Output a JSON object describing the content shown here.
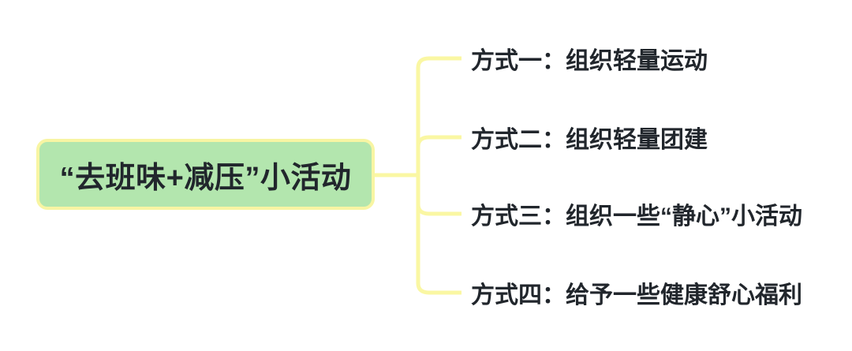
{
  "root": {
    "label": "“去班味+减压”小活动"
  },
  "branches": [
    {
      "label": "方式一：组织轻量运动"
    },
    {
      "label": "方式二：组织轻量团建"
    },
    {
      "label": "方式三：组织一些“静心”小活动"
    },
    {
      "label": "方式四：给予一些健康舒心福利"
    }
  ],
  "colors": {
    "node-fill": "#b3e6ae",
    "node-border": "#f8f5a3",
    "line": "#faf7a3",
    "text": "#21262c"
  }
}
